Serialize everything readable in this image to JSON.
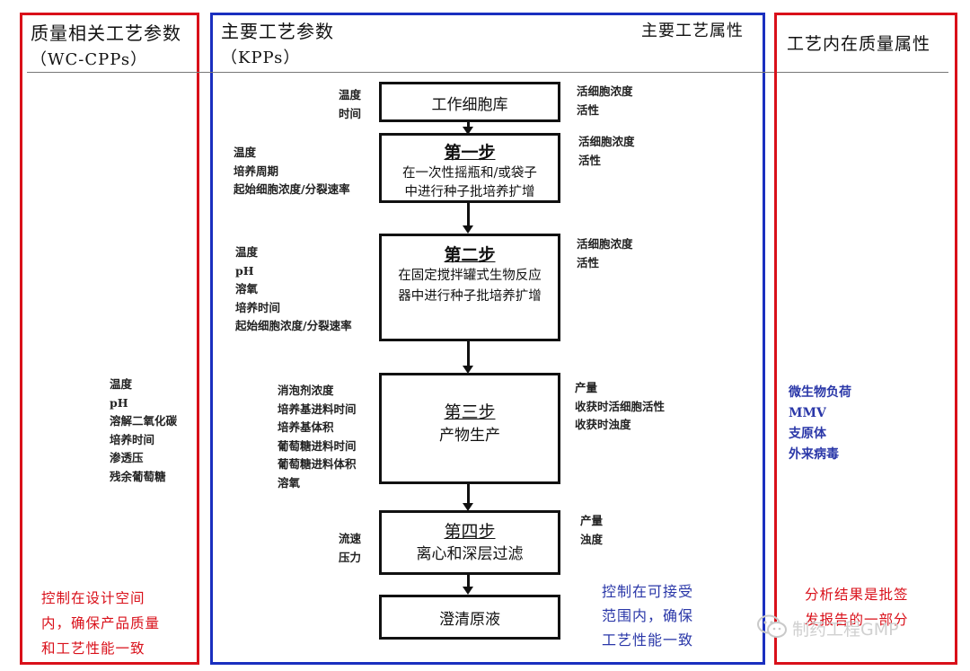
{
  "left_panel": {
    "title_line1": "质量相关工艺参数",
    "title_line2": "（WC-CPPs）",
    "params": [
      "温度",
      "pH",
      "溶解二氧化碳",
      "培养时间",
      "渗透压",
      "残余葡萄糖"
    ],
    "note_lines": [
      "控制在设计空间",
      "内，确保产品质量",
      "和工艺性能一致"
    ],
    "color": "#d9101a"
  },
  "middle_panel": {
    "title_line1": "主要工艺参数",
    "title_line2": "（KPPs）",
    "title_right": "主要工艺属性",
    "color": "#1a2fbf",
    "steps": [
      {
        "title": "工作细胞库",
        "desc": []
      },
      {
        "title": "第一步",
        "desc": [
          "在一次性摇瓶和/或袋子",
          "中进行种子批培养扩增"
        ]
      },
      {
        "title": "第二步",
        "desc": [
          "在固定搅拌罐式生物反应",
          "器中进行种子批培养扩增"
        ]
      },
      {
        "title": "第三步",
        "desc": [
          "产物生产"
        ]
      },
      {
        "title": "第四步",
        "desc": [
          "离心和深层过滤"
        ]
      },
      {
        "title": "澄清原液",
        "desc": []
      }
    ],
    "kpps": [
      [
        "温度",
        "时间"
      ],
      [
        "温度",
        "培养周期",
        "起始细胞浓度/分裂速率"
      ],
      [
        "温度",
        "pH",
        "溶氧",
        "培养时间",
        "起始细胞浓度/分裂速率"
      ],
      [
        "消泡剂浓度",
        "培养基进料时间",
        "培养基体积",
        "葡萄糖进料时间",
        "葡萄糖进料体积",
        "溶氧"
      ],
      [
        "流速",
        "压力"
      ]
    ],
    "attrs": [
      [
        "活细胞浓度",
        "活性"
      ],
      [
        "活细胞浓度",
        "活性"
      ],
      [
        "活细胞浓度",
        "活性"
      ],
      [
        "产量",
        "收获时活细胞活性",
        "收获时浊度"
      ],
      [
        "产量",
        "浊度"
      ]
    ],
    "note_lines": [
      "控制在可接受",
      "范围内，确保",
      "工艺性能一致"
    ]
  },
  "right_panel": {
    "title": "工艺内在质量属性",
    "items": [
      "微生物负荷",
      "MMV",
      "支原体",
      "外来病毒"
    ],
    "note_lines": [
      "分析结果是批签",
      "发报告的一部分"
    ],
    "color": "#d9101a"
  },
  "watermark": {
    "text": "制药工程GMP",
    "icon": "wechat-icon"
  }
}
